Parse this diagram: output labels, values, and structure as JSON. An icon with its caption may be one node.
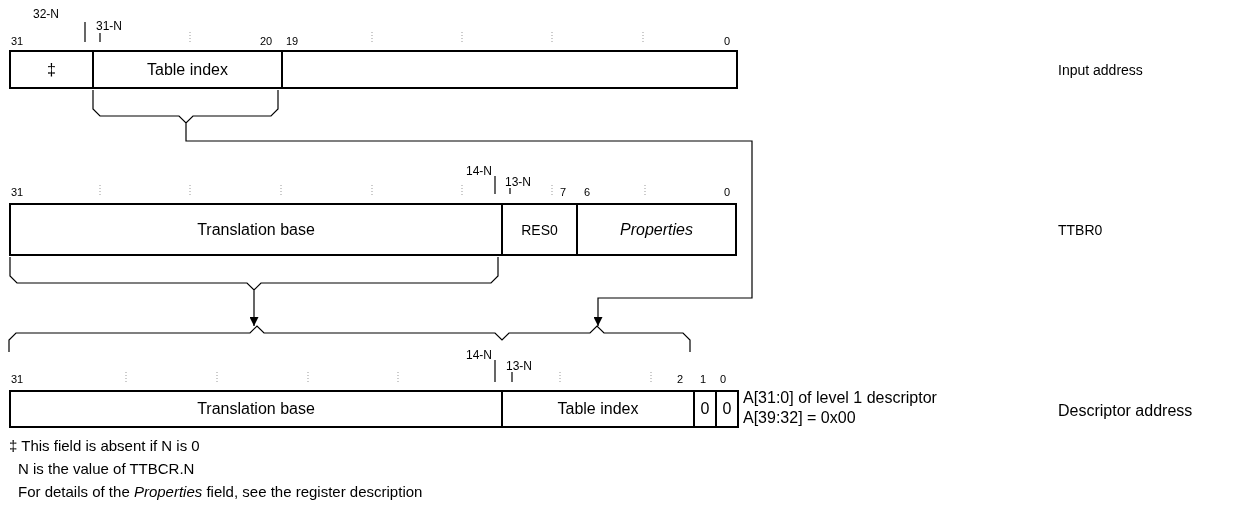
{
  "diagram": {
    "nodes": [
      {
        "text": [
          "‡"
        ]
      },
      {
        "text": [
          "Table index"
        ]
      },
      {
        "text": [],
        "shape": "box"
      },
      {
        "text": [
          "Translation base"
        ]
      },
      {
        "text": [
          "RES0"
        ]
      },
      {
        "text": [
          "Properties"
        ]
      },
      {
        "text": [
          "Translation base"
        ]
      },
      {
        "text": [
          "Table index"
        ]
      },
      {
        "text": [
          "0"
        ]
      },
      {
        "text": [
          "0"
        ]
      }
    ],
    "edges": [
      {
        "from": 1,
        "to": 7,
        "arrow": "to"
      },
      {
        "from": 3,
        "to": 6,
        "arrow": "to"
      }
    ],
    "labels": [
      "32-N",
      "31-N",
      "31",
      "20",
      "19",
      "0",
      "Input address",
      "14-N",
      "13-N",
      "31",
      "7",
      "6",
      "0",
      "TTBR0",
      "14-N",
      "13-N",
      "31",
      "2",
      "1",
      "0",
      "A[31:0] of level 1 descriptor",
      "A[39:32] = 0x00",
      "Descriptor address",
      "‡ This field is absent if N is 0",
      "N is the value of TTBCR.N",
      "For details of the *Properties* field, see the register description"
    ]
  }
}
